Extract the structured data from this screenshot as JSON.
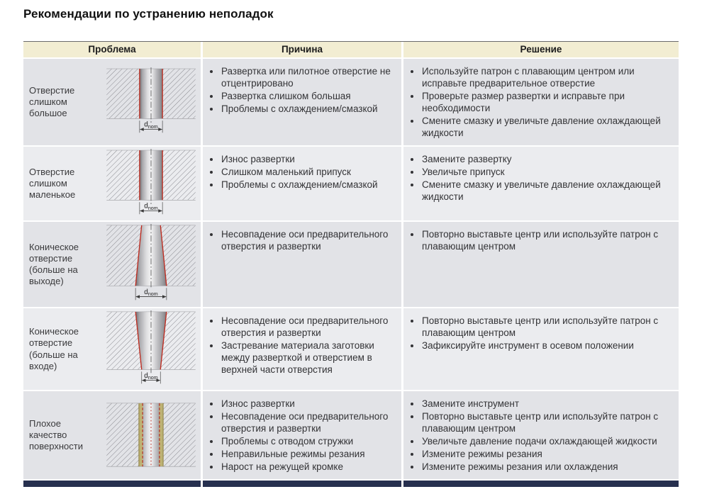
{
  "page": {
    "title": "Рекомендации по устранению неполадок"
  },
  "table": {
    "headers": [
      "Проблема",
      "Причина",
      "Решение"
    ],
    "dim_label": "d",
    "dim_sub": "nom",
    "rows": [
      {
        "problem": "Отверстие слишком большое",
        "illustration": "straight-bore-diagram",
        "causes": [
          "Развертка или пилотное отверстие не отцентрировано",
          "Развертка слишком большая",
          "Проблемы с охлаждением/смазкой"
        ],
        "solutions": [
          "Используйте патрон с плавающим центром или исправьте предварительное отверстие",
          "Проверьте размер развертки и исправьте при необходимости",
          "Смените смазку и увеличьте давление охлаждающей жидкости"
        ]
      },
      {
        "problem": "Отверстие слишком маленькое",
        "illustration": "straight-bore-diagram",
        "causes": [
          "Износ развертки",
          "Слишком маленький припуск",
          "Проблемы с охлаждением/смазкой"
        ],
        "solutions": [
          "Замените развертку",
          "Увеличьте припуск",
          "Смените смазку и увеличьте давление охлаждающей жидкости"
        ]
      },
      {
        "problem": "Коническое отверстие (больше на выходе)",
        "illustration": "tapered-bore-wider-at-exit-diagram",
        "causes": [
          "Несовпадение оси предварительного отверстия и развертки"
        ],
        "solutions": [
          "Повторно выставьте центр или используйте патрон с плавающим центром"
        ]
      },
      {
        "problem": "Коническое отверстие (больше на входе)",
        "illustration": "tapered-bore-wider-at-entry-diagram",
        "causes": [
          "Несовпадение оси предварительного отверстия и развертки",
          "Застревание материала заготовки между разверткой и отверстием в верхней части отверстия"
        ],
        "solutions": [
          "Повторно выставьте центр или используйте патрон с плавающим центром",
          "Зафиксируйте инструмент в осевом положении"
        ]
      },
      {
        "problem": "Плохое качество поверхности",
        "illustration": "rough-surface-bore-diagram",
        "causes": [
          "Износ развертки",
          "Несовпадение оси предварительного отверстия и развертки",
          "Проблемы с отводом стружки",
          "Неправильные режимы резания",
          "Нарост на режущей кромке"
        ],
        "solutions": [
          "Замените инструмент",
          "Повторно выставьте центр или используйте патрон с плавающим центром",
          "Увеличьте давление подачи охлаждающей жидкости",
          "Измените режимы резания",
          "Измените режимы резания или охлаждения"
        ]
      }
    ]
  }
}
